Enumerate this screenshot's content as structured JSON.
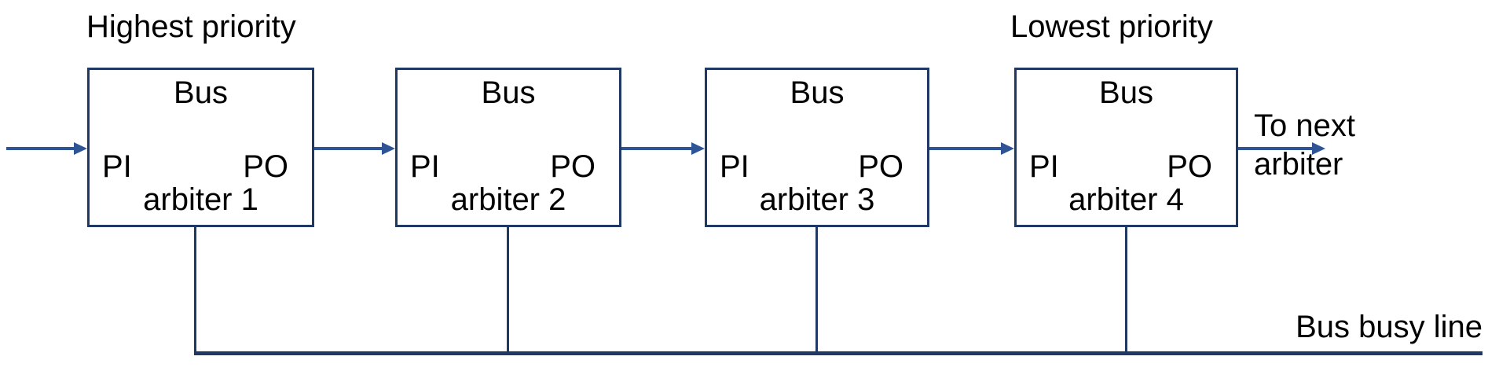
{
  "labels": {
    "highest": "Highest priority",
    "lowest": "Lowest priority",
    "to_next_line1": "To next",
    "to_next_line2": "arbiter",
    "bus_busy": "Bus busy line"
  },
  "arbiters": [
    {
      "bus": "Bus",
      "pi": "PI",
      "po": "PO",
      "name": "arbiter 1"
    },
    {
      "bus": "Bus",
      "pi": "PI",
      "po": "PO",
      "name": "arbiter 2"
    },
    {
      "bus": "Bus",
      "pi": "PI",
      "po": "PO",
      "name": "arbiter 3"
    },
    {
      "bus": "Bus",
      "pi": "PI",
      "po": "PO",
      "name": "arbiter 4"
    }
  ],
  "colors": {
    "box_border": "#1F3864",
    "line": "#1F3864",
    "arrow": "#2F5496",
    "text": "#000000"
  }
}
